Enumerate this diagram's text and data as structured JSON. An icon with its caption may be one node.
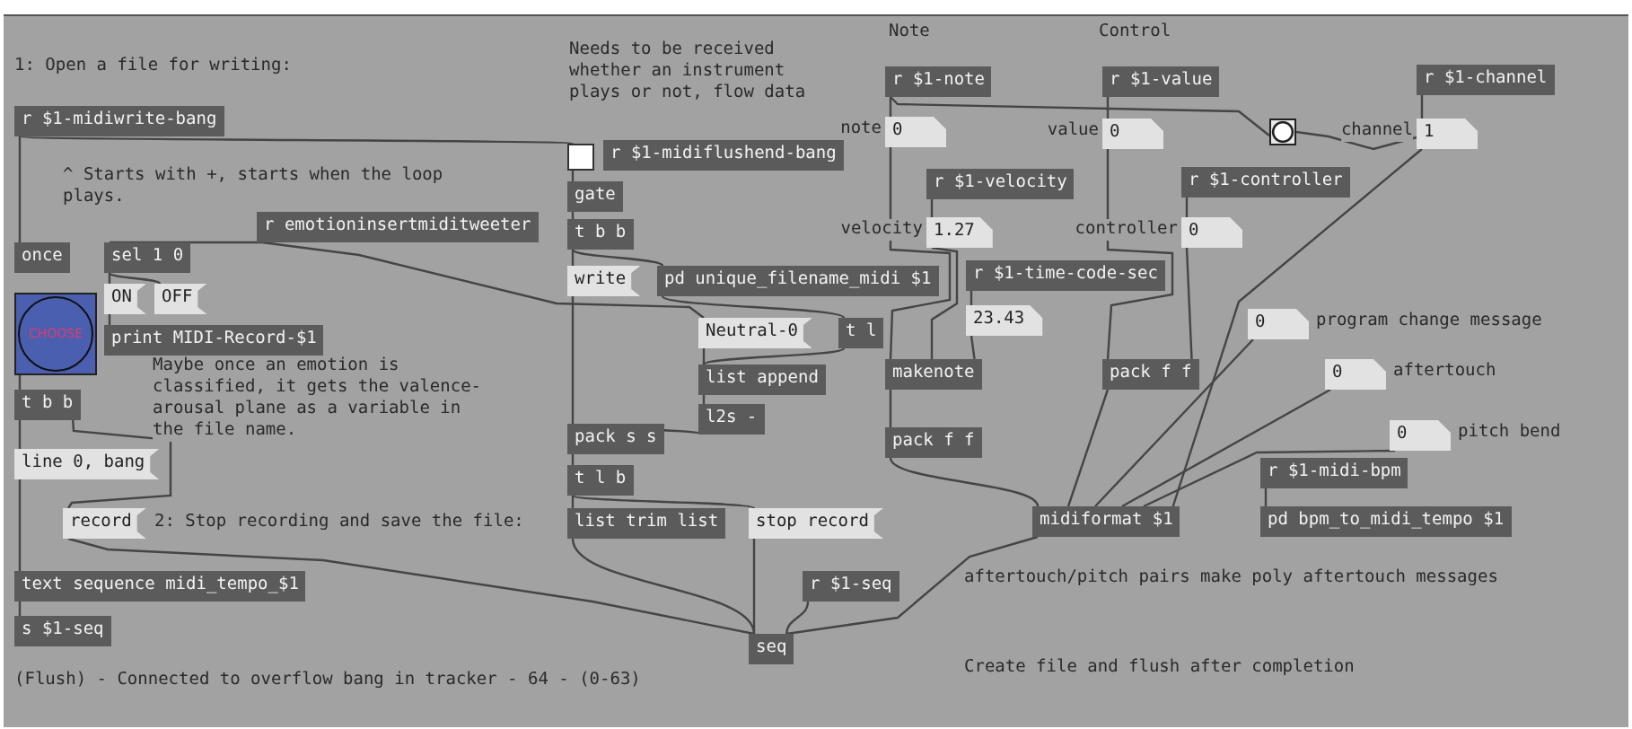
{
  "diagram": {
    "nodes": [
      {
        "text": [
          "r $1-midiwrite-bang"
        ]
      },
      {
        "text": [
          "once"
        ]
      },
      {
        "text": [
          "sel 1 0"
        ]
      },
      {
        "text": [
          "ON"
        ]
      },
      {
        "text": [
          "OFF"
        ]
      },
      {
        "text": [
          "CHOOSE"
        ]
      },
      {
        "text": [
          "print MIDI-Record-$1"
        ]
      },
      {
        "text": [
          "r emotioninsertmiditweeter"
        ]
      },
      {
        "text": [
          "t b b"
        ]
      },
      {
        "text": [
          "line 0, bang"
        ]
      },
      {
        "text": [
          "record"
        ]
      },
      {
        "text": [
          "text sequence midi_tempo_$1"
        ]
      },
      {
        "text": [
          "s $1-seq"
        ]
      },
      {
        "text": [],
        "shape": "box"
      },
      {
        "text": [
          "r $1-midiflushend-bang"
        ]
      },
      {
        "text": [
          "gate"
        ]
      },
      {
        "text": [
          "t b b"
        ]
      },
      {
        "text": [
          "write"
        ]
      },
      {
        "text": [
          "pd unique_filename_midi $1"
        ]
      },
      {
        "text": [
          "Neutral-0"
        ]
      },
      {
        "text": [
          "t l"
        ]
      },
      {
        "text": [
          "list append"
        ]
      },
      {
        "text": [
          "l2s -"
        ]
      },
      {
        "text": [
          "pack s s"
        ]
      },
      {
        "text": [
          "t l b"
        ]
      },
      {
        "text": [
          "list trim list"
        ]
      },
      {
        "text": [
          "stop record"
        ]
      },
      {
        "text": [
          "r $1-seq"
        ]
      },
      {
        "text": [
          "seq"
        ]
      },
      {
        "text": [
          "r $1-note"
        ]
      },
      {
        "text": [
          "0"
        ],
        "beside": [
          "note"
        ]
      },
      {
        "text": [
          "r $1-velocity"
        ]
      },
      {
        "text": [
          "1.27"
        ],
        "beside": [
          "velocity"
        ]
      },
      {
        "text": [
          "r $1-time-code-sec"
        ]
      },
      {
        "text": [
          "23.43"
        ]
      },
      {
        "text": [
          "makenote"
        ]
      },
      {
        "text": [
          "pack f f"
        ]
      },
      {
        "text": [
          "r $1-value"
        ]
      },
      {
        "text": [
          "0"
        ],
        "beside": [
          "value"
        ]
      },
      {
        "text": [],
        "shape": "circle"
      },
      {
        "text": [
          "r $1-channel"
        ]
      },
      {
        "text": [
          "1"
        ],
        "beside": [
          "channel"
        ]
      },
      {
        "text": [
          "r $1-controller"
        ]
      },
      {
        "text": [
          "0"
        ],
        "beside": [
          "controller"
        ]
      },
      {
        "text": [
          "pack f f"
        ]
      },
      {
        "text": [
          "0"
        ],
        "beside": [
          "program change message"
        ]
      },
      {
        "text": [
          "0"
        ],
        "beside": [
          "aftertouch"
        ]
      },
      {
        "text": [
          "0"
        ],
        "beside": [
          "pitch bend"
        ]
      },
      {
        "text": [
          "r $1-midi-bpm"
        ]
      },
      {
        "text": [
          "midiformat $1"
        ]
      },
      {
        "text": [
          "pd bpm_to_midi_tempo $1"
        ]
      }
    ],
    "edges": [
      {
        "from": 0,
        "to": 13,
        "arrow": "none"
      },
      {
        "from": 0,
        "to": 1,
        "arrow": "none"
      },
      {
        "from": 7,
        "to": 2,
        "arrow": "none"
      },
      {
        "from": 7,
        "to": 19,
        "arrow": "none"
      },
      {
        "from": 2,
        "to": 3,
        "arrow": "none"
      },
      {
        "from": 2,
        "to": 4,
        "arrow": "none"
      },
      {
        "from": 3,
        "to": 6,
        "arrow": "none"
      },
      {
        "from": 5,
        "to": 8,
        "arrow": "none"
      },
      {
        "from": 8,
        "to": 9,
        "arrow": "none"
      },
      {
        "from": 8,
        "to": 10,
        "arrow": "none"
      },
      {
        "from": 9,
        "to": 11,
        "arrow": "none"
      },
      {
        "from": 10,
        "to": 28,
        "arrow": "none"
      },
      {
        "from": 11,
        "to": 12,
        "arrow": "none"
      },
      {
        "from": 13,
        "to": 15,
        "arrow": "none"
      },
      {
        "from": 15,
        "to": 16,
        "arrow": "none"
      },
      {
        "from": 16,
        "to": 17,
        "arrow": "none"
      },
      {
        "from": 16,
        "to": 18,
        "arrow": "none"
      },
      {
        "from": 17,
        "to": 23,
        "arrow": "none"
      },
      {
        "from": 18,
        "to": 20,
        "arrow": "none"
      },
      {
        "from": 19,
        "to": 21,
        "arrow": "none"
      },
      {
        "from": 20,
        "to": 21,
        "arrow": "none"
      },
      {
        "from": 21,
        "to": 22,
        "arrow": "none"
      },
      {
        "from": 22,
        "to": 23,
        "arrow": "none"
      },
      {
        "from": 23,
        "to": 24,
        "arrow": "none"
      },
      {
        "from": 24,
        "to": 25,
        "arrow": "none"
      },
      {
        "from": 24,
        "to": 26,
        "arrow": "none"
      },
      {
        "from": 25,
        "to": 28,
        "arrow": "none"
      },
      {
        "from": 26,
        "to": 28,
        "arrow": "none"
      },
      {
        "from": 27,
        "to": 28,
        "arrow": "none"
      },
      {
        "from": 49,
        "to": 28,
        "arrow": "none"
      },
      {
        "from": 29,
        "to": 30,
        "arrow": "none"
      },
      {
        "from": 29,
        "to": 39,
        "arrow": "none"
      },
      {
        "from": 30,
        "to": 35,
        "arrow": "none"
      },
      {
        "from": 31,
        "to": 32,
        "arrow": "none"
      },
      {
        "from": 32,
        "to": 35,
        "arrow": "none"
      },
      {
        "from": 33,
        "to": 34,
        "arrow": "none"
      },
      {
        "from": 34,
        "to": 35,
        "arrow": "none"
      },
      {
        "from": 35,
        "to": 36,
        "arrow": "none"
      },
      {
        "from": 36,
        "to": 49,
        "arrow": "none"
      },
      {
        "from": 37,
        "to": 38,
        "arrow": "none"
      },
      {
        "from": 38,
        "to": 44,
        "arrow": "none"
      },
      {
        "from": 39,
        "to": 41,
        "arrow": "none"
      },
      {
        "from": 40,
        "to": 41,
        "arrow": "none"
      },
      {
        "from": 41,
        "to": 49,
        "arrow": "none"
      },
      {
        "from": 42,
        "to": 43,
        "arrow": "none"
      },
      {
        "from": 43,
        "to": 44,
        "arrow": "none"
      },
      {
        "from": 44,
        "to": 49,
        "arrow": "none"
      },
      {
        "from": 45,
        "to": 49,
        "arrow": "none"
      },
      {
        "from": 46,
        "to": 49,
        "arrow": "none"
      },
      {
        "from": 47,
        "to": 49,
        "arrow": "none"
      },
      {
        "from": 48,
        "to": 50,
        "arrow": "none"
      }
    ],
    "labels": [
      "1: Open a file for writing:",
      "^ Starts with +, starts when the loop plays.",
      "Needs to be received whether an instrument plays or not, flow data",
      "Note",
      "Control",
      "Maybe once an emotion is classified, it gets the valence-arousal plane as a variable in the file name.",
      "2: Stop recording and save the file:",
      "(Flush) - Connected to overflow bang in tracker - 64 - (0-63)",
      "aftertouch/pitch pairs make poly aftertouch messages",
      "Create file and flush after completion"
    ]
  }
}
